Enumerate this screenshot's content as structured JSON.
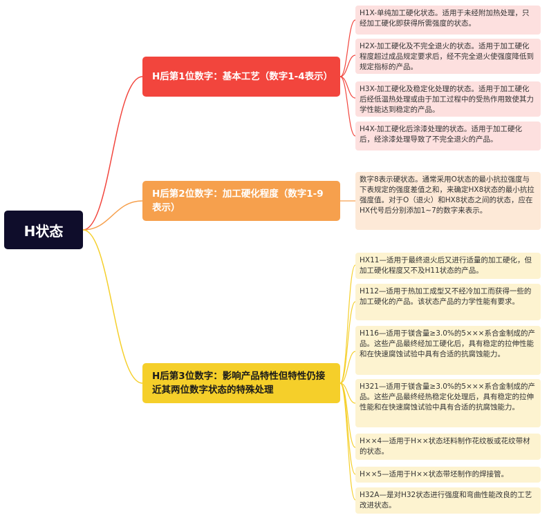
{
  "root": {
    "label": "H状态"
  },
  "branches": [
    {
      "label": "H后第1位数字：基本工艺（数字1-4表示）",
      "color": "#f2453d",
      "leaves": [
        "H1X-单纯加工硬化状态。适用于未经附加热处理，只经加工硬化即获得所需强度的状态。",
        "H2X-加工硬化及不完全退火的状态。适用于加工硬化程度超过成品规定要求后，经不完全退火使强度降低到规定指标的产品。",
        "H3X-加工硬化及稳定化处理的状态。适用于加工硬化后经低温热处理或由于加工过程中的受热作用致使其力学性能达到稳定的产品。",
        "H4X-加工硬化后涂漆处理的状态。适用于加工硬化后，经涂漆处理导致了不完全退火的产品。"
      ]
    },
    {
      "label": "H后第2位数字：加工硬化程度（数字1-9表示）",
      "color": "#f6a04d",
      "leaves": [
        "数字8表示硬状态。通常采用O状态的最小抗拉强度与下表规定的强度差值之和，来确定HX8状态的最小抗拉强度值。对于O（退火）和HX8状态之间的状态，应在HX代号后分别添加1~7的数字来表示。"
      ]
    },
    {
      "label": "H后第3位数字：影响产品特性但特性仍接近其两位数字状态的特殊处理",
      "color": "#f5cf2a",
      "leaves": [
        "HX11—适用于最终退火后又进行适量的加工硬化，但加工硬化程度又不及H11状态的产品。",
        "H112—适用于热加工成型又不经冷加工而获得一些的加工硬化的产品。该状态产品的力学性能有要求。",
        "H116—适用于镁含量≥3.0%的5×××系合金制成的产品。这些产品最终经加工硬化后，具有稳定的拉伸性能和在快速腐蚀试验中具有合适的抗腐蚀能力。",
        "H321—适用于镁含量≥3.0%的5×××系合金制成的产品。这些产品最终经热稳定化处理后，具有稳定的拉伸性能和在快速腐蚀试验中具有合适的抗腐蚀能力。",
        "H××4—适用于H××状态坯料制作花纹板或花纹带材的状态。",
        "H××5—适用于H××状态带坯制作的焊接管。",
        "H32A—是对H32状态进行强度和弯曲性能改良的工艺改进状态。"
      ]
    }
  ]
}
